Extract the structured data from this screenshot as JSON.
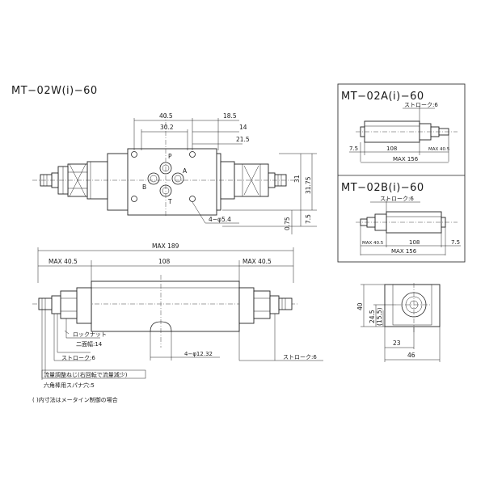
{
  "titles": {
    "main": "MT−02W(i)−60",
    "variant_a": "MT−02A(i)−60",
    "variant_b": "MT−02B(i)−60"
  },
  "top_view": {
    "dims": [
      "40.5",
      "18.5",
      "30.2",
      "14",
      "21.5",
      "31.75",
      "7.5",
      "0.75"
    ],
    "ports": [
      "P",
      "A",
      "B",
      "T"
    ],
    "holes_note": "4−φ5.4"
  },
  "front_view": {
    "max_overall": "MAX 189",
    "max_left": "MAX 40.5",
    "center": "108",
    "max_right": "MAX 40.5",
    "lock_nut": "ロックナット",
    "flats": "二面幅:14",
    "stroke_left": "ストローク:6",
    "holes_note": "4−φ12.32",
    "stroke_right": "ストローク:6",
    "adjust_screw": "流量調整ねじ(右回転で流量減少)",
    "hex_wrench": "六角棒用スパナ穴:5"
  },
  "footnote": "(  )内寸法はメータイン制御の場合",
  "variant_a": {
    "stroke": "ストローク:6",
    "left": "7.5",
    "center": "108",
    "right": "MAX 40.5",
    "overall": "MAX 156"
  },
  "variant_b": {
    "stroke": "ストローク:6",
    "left": "MAX 40.5",
    "center": "108",
    "right": "7.5",
    "overall": "MAX 156"
  },
  "side_view": {
    "h1": "40",
    "h2": "24.5",
    "h3": "(15.5)",
    "w1": "23",
    "w2": "46"
  }
}
